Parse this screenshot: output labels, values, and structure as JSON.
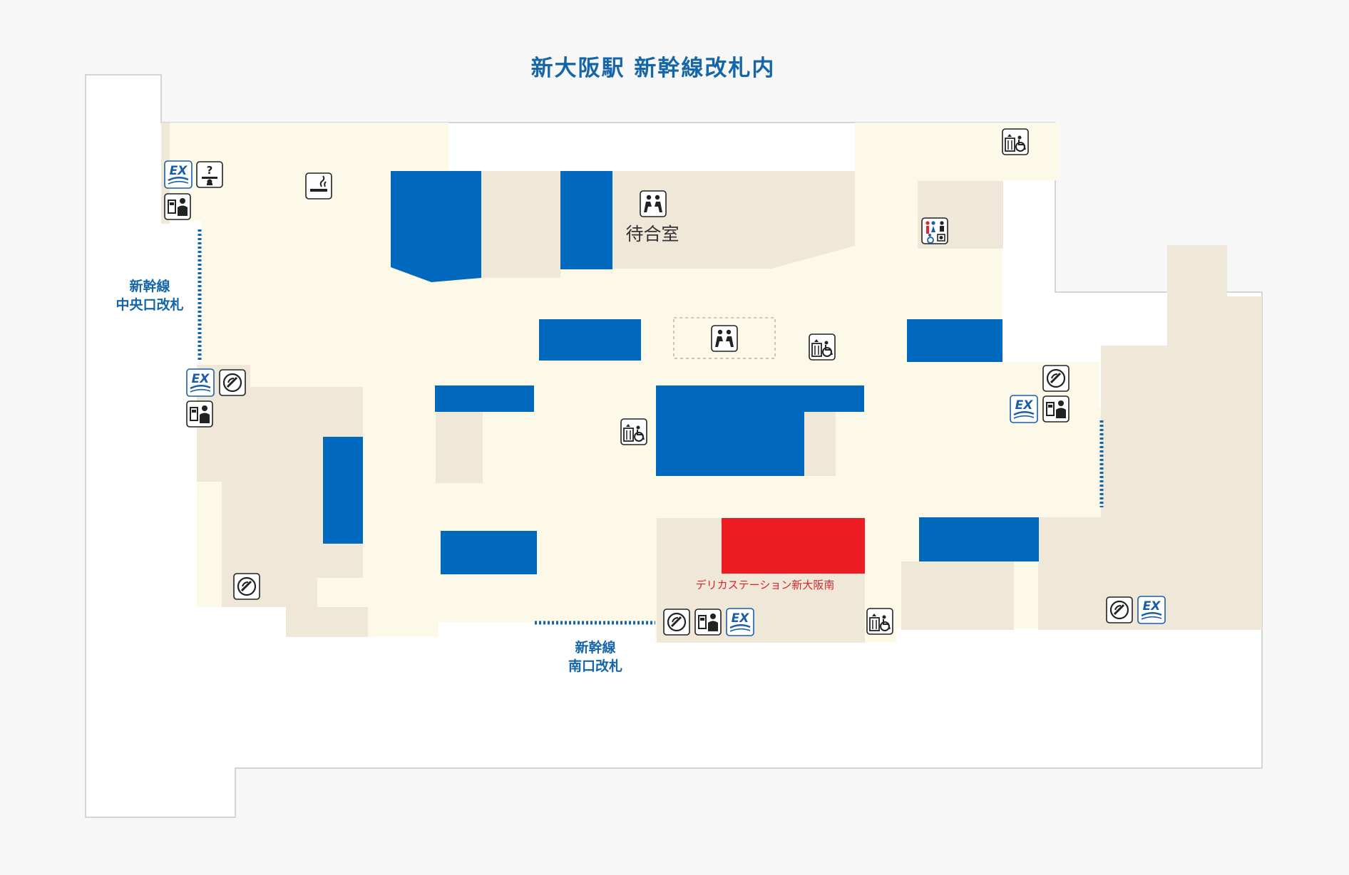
{
  "title": "新大阪駅 新幹線改札内",
  "colors": {
    "background": "#f7f7f8",
    "concourse": "#fdf9e8",
    "zone": "#efe7d8",
    "shop": "#0068bd",
    "highlight_shop": "#ee1c25",
    "label_blue": "#1566a8",
    "label_red": "#d8232a",
    "outline": "#c9c9c9"
  },
  "gates": {
    "central": {
      "line1": "新幹線",
      "line2": "中央口改札"
    },
    "south": {
      "line1": "新幹線",
      "line2": "南口改札"
    }
  },
  "rooms": {
    "waiting_room": {
      "label": "待合室"
    }
  },
  "shops": {
    "highlight": {
      "label": "デリカステーション新大阪南"
    }
  },
  "icons": {
    "ex_text": "EX",
    "info_text": "?",
    "names": [
      "ex-reservation-icon",
      "information-icon",
      "smoking-area-icon",
      "ticket-office-icon",
      "waiting-room-icon",
      "elevator-icon",
      "restroom-icon",
      "coin-locker-icon"
    ]
  }
}
